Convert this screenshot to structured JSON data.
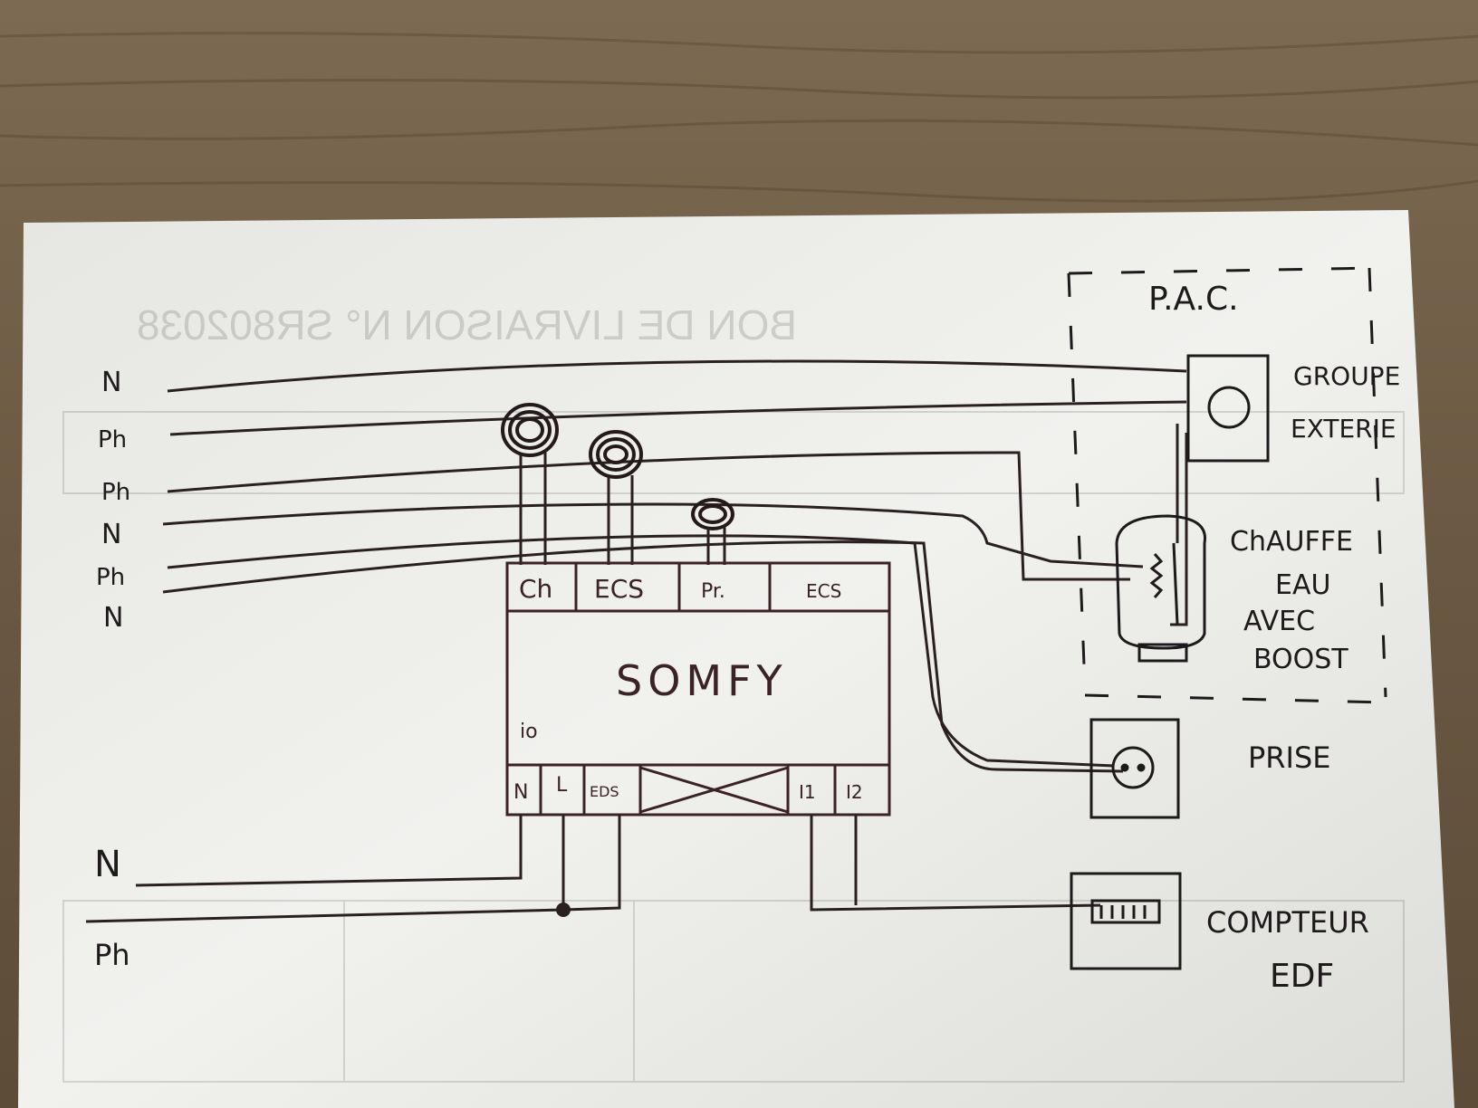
{
  "left_labels": {
    "n1": "N",
    "ph1": "Ph",
    "ph2": "Ph",
    "n2": "N",
    "ph3": "Ph",
    "n3": "N",
    "n_bottom": "N",
    "ph_bottom": "Ph"
  },
  "pac": {
    "title": "P.A.C."
  },
  "groupe": {
    "line1": "GROUPE",
    "line2": "EXTERIE"
  },
  "chauffe": {
    "line1": "ChAUFFE",
    "line2": "EAU",
    "line3": "AVEC",
    "line4": "BOOST"
  },
  "prise": {
    "label": "PRISE"
  },
  "compteur": {
    "line1": "COMPTEUR",
    "line2": "EDF"
  },
  "somfy": {
    "name": "SOMFY",
    "io": "io",
    "top_terminals": [
      "Ch",
      "ECS",
      "Pr.",
      "ECS"
    ],
    "bottom_terminals": [
      "N",
      "L",
      "EDS",
      "I1",
      "I2"
    ]
  },
  "colors": {
    "ink": "#1e1a1c",
    "brown_ink": "#4a2a22",
    "paper": "#eeeeea",
    "wood": "#6b5a45"
  }
}
